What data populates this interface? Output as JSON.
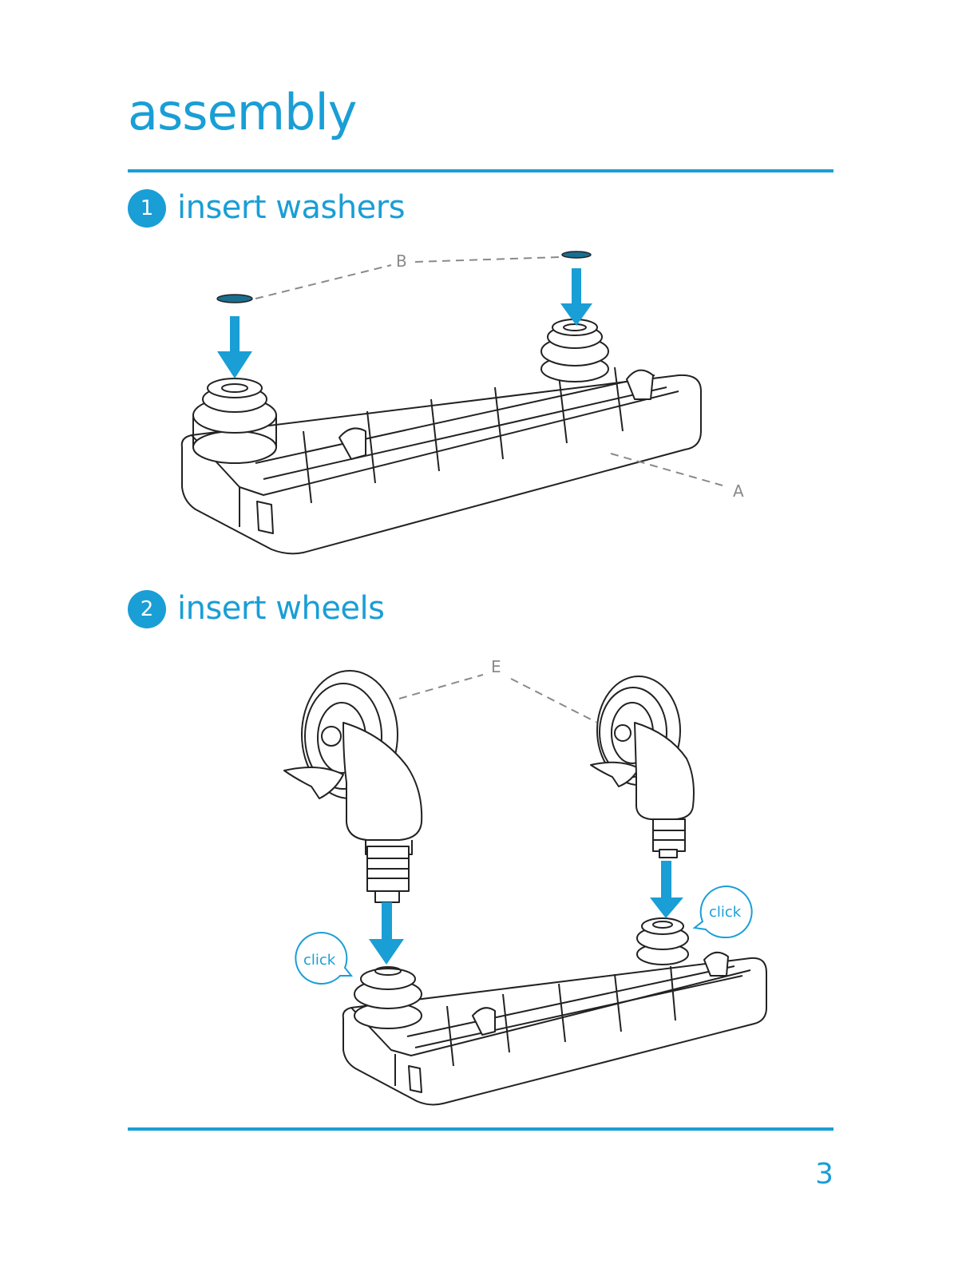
{
  "page": {
    "title": "assembly",
    "number": "3"
  },
  "steps": [
    {
      "number": "1",
      "title": "insert washers",
      "part_labels": [
        "B",
        "A"
      ]
    },
    {
      "number": "2",
      "title": "insert wheels",
      "part_labels": [
        "E"
      ],
      "callouts": [
        "click",
        "click"
      ]
    }
  ],
  "colors": {
    "accent": "#1a9ed6",
    "line": "#222222",
    "label": "#8a8a8a"
  }
}
